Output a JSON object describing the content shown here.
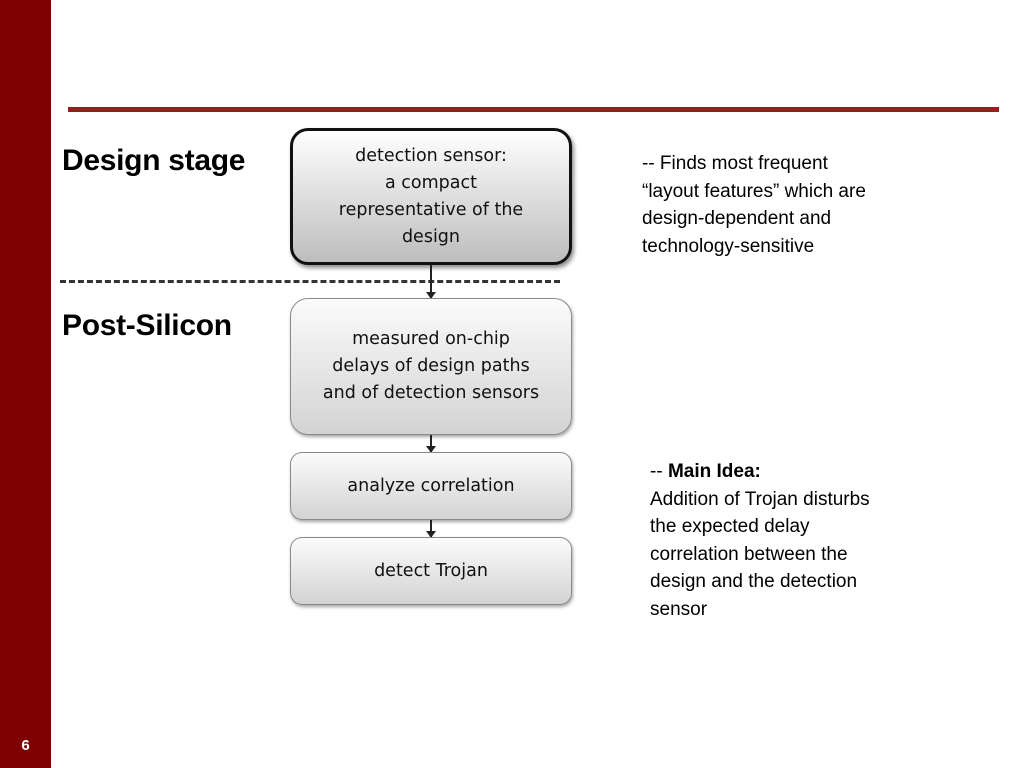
{
  "slide": {
    "number": "6"
  },
  "stages": {
    "design": "Design stage",
    "post_silicon": "Post-Silicon"
  },
  "flow": {
    "sensor": "detection sensor:\na compact\nrepresentative of the\ndesign",
    "measured": "measured on-chip\ndelays of design paths\nand of detection sensors",
    "analyze": "analyze correlation",
    "detect": "detect Trojan"
  },
  "notes": {
    "features": "-- Finds most frequent\n“layout features” which are\ndesign-dependent and\ntechnology-sensitive",
    "main_prefix": "-- ",
    "main_heading": "Main Idea:",
    "main_body": "Addition of Trojan disturbs\nthe expected delay\ncorrelation between the\ndesign and the detection\nsensor"
  },
  "colors": {
    "sidebar": "#7f0000",
    "rule": "#9b1c1c"
  }
}
